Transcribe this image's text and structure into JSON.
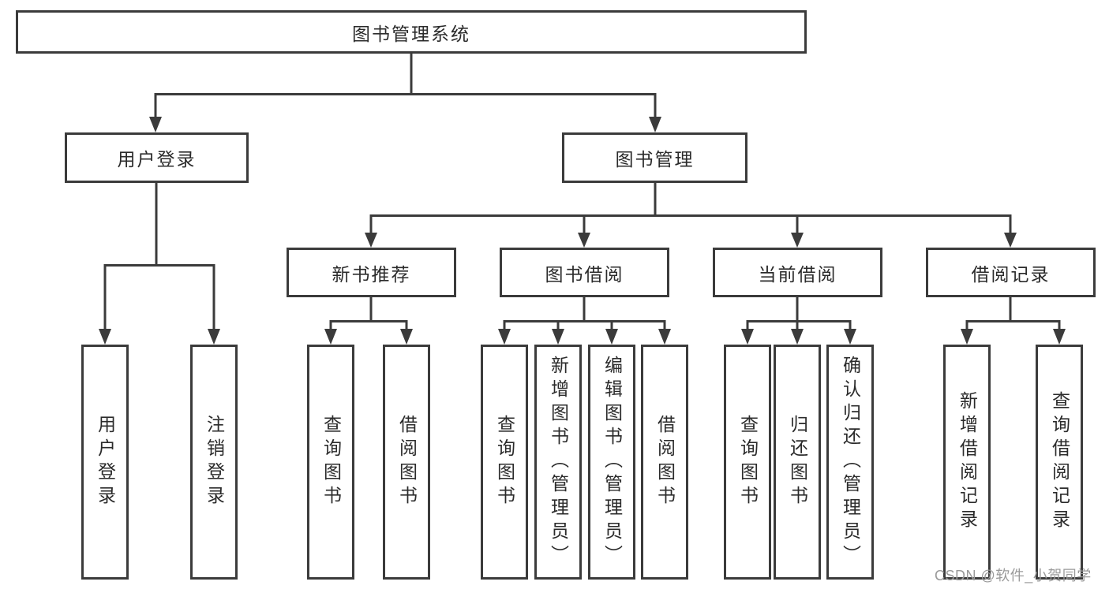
{
  "diagram_type": "hierarchy-tree",
  "colors": {
    "line": "#3b3b3b",
    "box_border": "#3b3b3b",
    "text": "#2b2b2b",
    "background": "#ffffff",
    "watermark": "#9a9a9a"
  },
  "tree": {
    "label": "图书管理系统",
    "children": [
      {
        "label": "用户登录",
        "children": [
          {
            "label": "用户登录"
          },
          {
            "label": "注销登录"
          }
        ]
      },
      {
        "label": "图书管理",
        "children": [
          {
            "label": "新书推荐",
            "children": [
              {
                "label": "查询图书"
              },
              {
                "label": "借阅图书"
              }
            ]
          },
          {
            "label": "图书借阅",
            "children": [
              {
                "label": "查询图书"
              },
              {
                "label": "新增图书（管理员）"
              },
              {
                "label": "编辑图书（管理员）"
              },
              {
                "label": "借阅图书"
              }
            ]
          },
          {
            "label": "当前借阅",
            "children": [
              {
                "label": "查询图书"
              },
              {
                "label": "归还图书"
              },
              {
                "label": "确认归还（管理员）"
              }
            ]
          },
          {
            "label": "借阅记录",
            "children": [
              {
                "label": "新增借阅记录"
              },
              {
                "label": "查询借阅记录"
              }
            ]
          }
        ]
      }
    ]
  },
  "watermark": {
    "text": "CSDN @软件_小贺同学"
  }
}
